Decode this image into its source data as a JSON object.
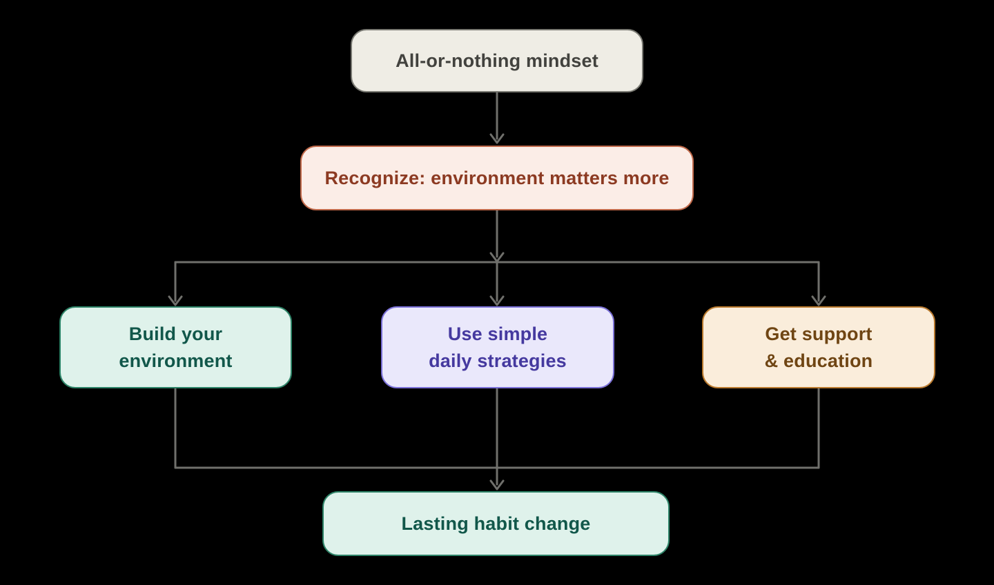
{
  "palette": {
    "background": "#000000",
    "connector": "#70706C"
  },
  "diagram": {
    "type": "flowchart",
    "direction": "top-down",
    "nodes": [
      {
        "id": "all-or-nothing-mindset",
        "lines": [
          "All-or-nothing mindset"
        ],
        "fill": "#EFEDE5",
        "border": "#7A7A73",
        "text_color": "#42423E"
      },
      {
        "id": "recognize-environment-matters",
        "lines": [
          "Recognize: environment matters more"
        ],
        "fill": "#FBEDE7",
        "border": "#C0694A",
        "text_color": "#8C3A22"
      },
      {
        "id": "build-your-environment",
        "lines": [
          "Build your",
          "environment"
        ],
        "fill": "#DFF2EB",
        "border": "#2E8468",
        "text_color": "#11574A"
      },
      {
        "id": "use-simple-daily-strategies",
        "lines": [
          "Use simple",
          "daily strategies"
        ],
        "fill": "#EAE8FB",
        "border": "#7B71D8",
        "text_color": "#45399F"
      },
      {
        "id": "get-support-and-education",
        "lines": [
          "Get support",
          "& education"
        ],
        "fill": "#FAEDDB",
        "border": "#BA7A2E",
        "text_color": "#6F4513"
      },
      {
        "id": "lasting-habit-change",
        "lines": [
          "Lasting habit change"
        ],
        "fill": "#DFF2EB",
        "border": "#2E8468",
        "text_color": "#11574A"
      }
    ],
    "edges": [
      {
        "from": "all-or-nothing-mindset",
        "to": "recognize-environment-matters"
      },
      {
        "from": "recognize-environment-matters",
        "to": "build-your-environment"
      },
      {
        "from": "recognize-environment-matters",
        "to": "use-simple-daily-strategies"
      },
      {
        "from": "recognize-environment-matters",
        "to": "get-support-and-education"
      },
      {
        "from": "build-your-environment",
        "to": "lasting-habit-change"
      },
      {
        "from": "use-simple-daily-strategies",
        "to": "lasting-habit-change"
      },
      {
        "from": "get-support-and-education",
        "to": "lasting-habit-change"
      }
    ]
  }
}
